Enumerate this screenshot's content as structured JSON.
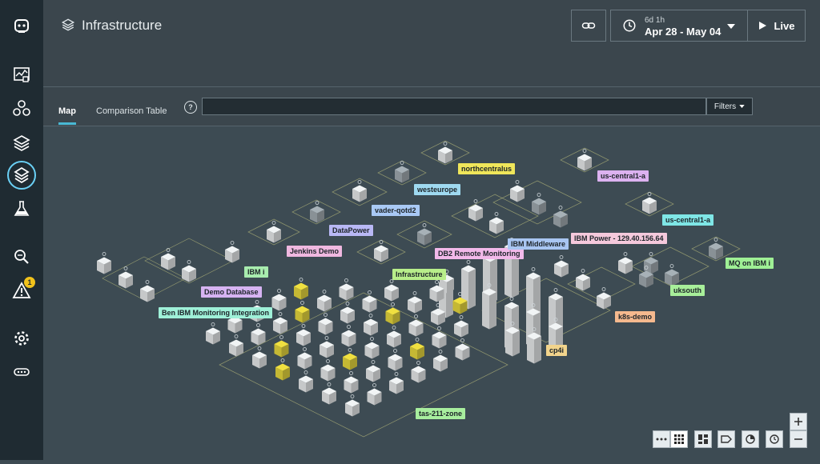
{
  "header": {
    "title": "Infrastructure",
    "time_range": {
      "duration": "6d 1h",
      "dates": "Apr 28 - May 04"
    },
    "live_label": "Live"
  },
  "tabs": [
    {
      "label": "Map"
    },
    {
      "label": "Comparison Table"
    }
  ],
  "search": {
    "value": "",
    "placeholder": ""
  },
  "filters": {
    "label": "Filters"
  },
  "sidebar": {
    "alert_count": "1"
  },
  "colors": {
    "accent": "#49b8d4",
    "sidebar": "#1f2b32",
    "map_bg": "#3d4b53",
    "cube_white": "#f1f4f5",
    "cube_gray": "#a7b1b7",
    "cube_yellow": "#f0e040"
  },
  "zones": [
    {
      "label": "northcentralus",
      "color": "#f0e65a"
    },
    {
      "label": "westeurope",
      "color": "#9fd9f0"
    },
    {
      "label": "vader-qotd2",
      "color": "#a9c9f5"
    },
    {
      "label": "us-central1-a",
      "color": "#dcb2f0"
    },
    {
      "label": "us-central1-a",
      "color": "#7fe6e6"
    },
    {
      "label": "DataPower",
      "color": "#b9b8f5"
    },
    {
      "label": "Jenkins Demo",
      "color": "#f0b8e0"
    },
    {
      "label": "IBM i",
      "color": "#a8ecae"
    },
    {
      "label": "Demo Database",
      "color": "#d6b3f2"
    },
    {
      "label": "Ben IBM Monitoring Integration",
      "color": "#9ff0d8"
    },
    {
      "label": "Infrastructure",
      "color": "#b8ee8a"
    },
    {
      "label": "DB2 Remote Monitoring",
      "color": "#f2b9ea"
    },
    {
      "label": "IBM Middleware",
      "color": "#a9c6f2"
    },
    {
      "label": "IBM Power - 129.40.156.64",
      "color": "#f5c9dc"
    },
    {
      "label": "MQ on IBM i",
      "color": "#9ff095"
    },
    {
      "label": "uksouth",
      "color": "#a8ef9a"
    },
    {
      "label": "k8s-demo",
      "color": "#f5b98e"
    },
    {
      "label": "cp4i",
      "color": "#f2d48c"
    },
    {
      "label": "tas-211-zone",
      "color": "#a8ee9e"
    }
  ]
}
